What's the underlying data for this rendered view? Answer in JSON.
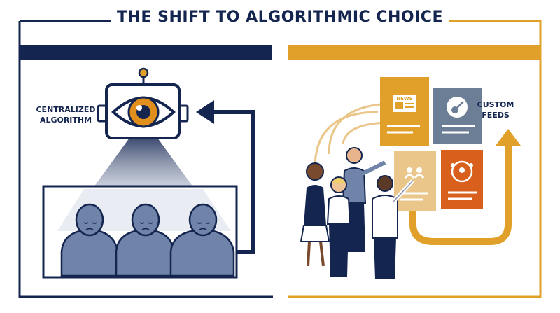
{
  "title": "THE SHIFT TO ALGORITHMIC CHOICE",
  "left_panel": {
    "label_line1": "CENTRALIZED",
    "label_line2": "ALGORITHM",
    "accent_color": "#14254f"
  },
  "right_panel": {
    "label_line1": "CUSTOM",
    "label_line2": "FEEDS",
    "accent_color": "#e0a02a",
    "news_tile_text": "NEWS",
    "tiles": [
      {
        "icon": "newspaper-icon",
        "color": "#e0a02a"
      },
      {
        "icon": "guitar-icon",
        "color": "#6c7d96"
      },
      {
        "icon": "people-icon",
        "color": "#ebc68a"
      },
      {
        "icon": "network-icon",
        "color": "#d85f1c"
      }
    ]
  }
}
